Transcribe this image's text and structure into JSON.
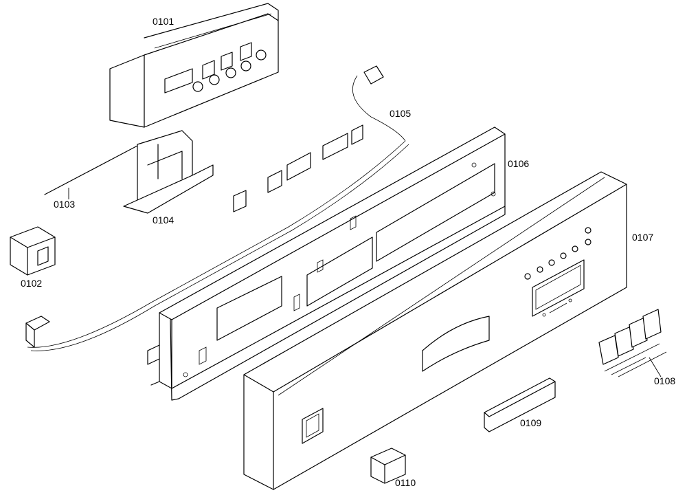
{
  "diagram": {
    "parts": [
      {
        "id": "0101"
      },
      {
        "id": "0102"
      },
      {
        "id": "0103"
      },
      {
        "id": "0104"
      },
      {
        "id": "0105"
      },
      {
        "id": "0106"
      },
      {
        "id": "0107"
      },
      {
        "id": "0108"
      },
      {
        "id": "0109"
      },
      {
        "id": "0110"
      }
    ]
  }
}
